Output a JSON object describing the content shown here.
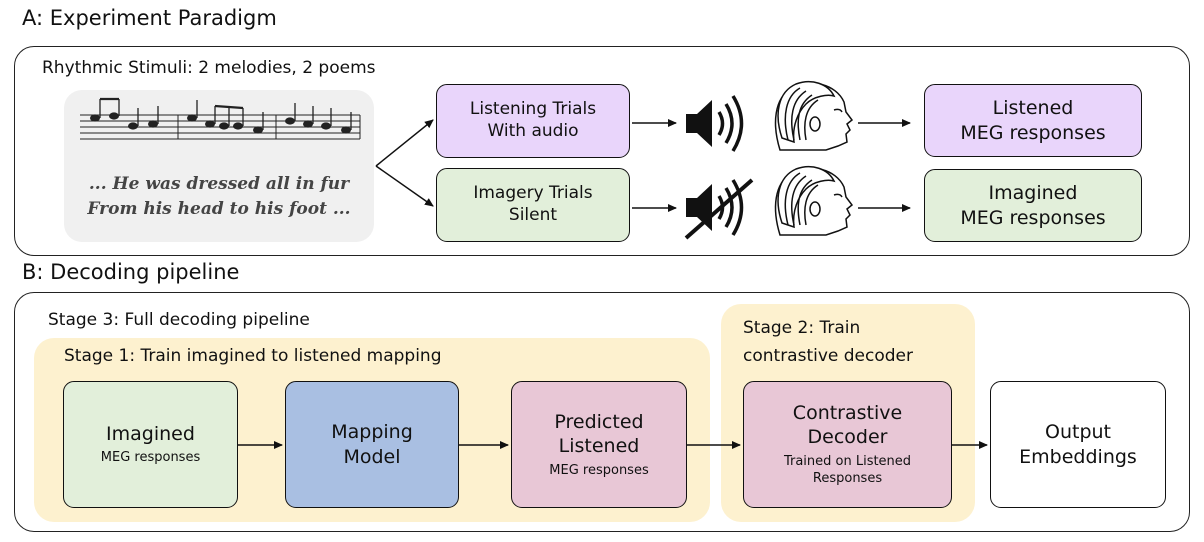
{
  "sectionA": {
    "title": "A: Experiment Paradigm",
    "stimuli_label": "Rhythmic Stimuli: 2 melodies, 2 poems",
    "poem_line1": "... He was dressed all in fur",
    "poem_line2": "From his head to his foot ...",
    "listening": {
      "line1": "Listening Trials",
      "line2": "With audio"
    },
    "imagery": {
      "line1": "Imagery Trials",
      "line2": "Silent"
    },
    "listened_out": {
      "line1": "Listened",
      "line2": "MEG responses"
    },
    "imagined_out": {
      "line1": "Imagined",
      "line2": "MEG responses"
    },
    "icons": {
      "speaker": "speaker-icon",
      "muted": "speaker-muted-icon",
      "head": "meg-head-icon"
    }
  },
  "sectionB": {
    "title": "B: Decoding pipeline",
    "stage3": "Stage 3: Full decoding pipeline",
    "stage1": "Stage 1: Train imagined to listened mapping",
    "stage2_line1": "Stage 2: Train",
    "stage2_line2": "contrastive decoder",
    "imagined": {
      "title": "Imagined",
      "sub": "MEG responses"
    },
    "mapping": {
      "line1": "Mapping",
      "line2": "Model"
    },
    "predicted": {
      "line1": "Predicted",
      "line2": "Listened",
      "sub": "MEG responses"
    },
    "contrastive": {
      "line1": "Contrastive",
      "line2": "Decoder",
      "sub1": "Trained on Listened",
      "sub2": "Responses"
    },
    "output": {
      "line1": "Output",
      "line2": "Embeddings"
    }
  },
  "colors": {
    "purple": "#e9d5fb",
    "green": "#e2efda",
    "blue": "#a9bfe2",
    "pink": "#e8c7d6",
    "stage": "#fdf1cf",
    "stimuli_bg": "#f0f0f0"
  }
}
